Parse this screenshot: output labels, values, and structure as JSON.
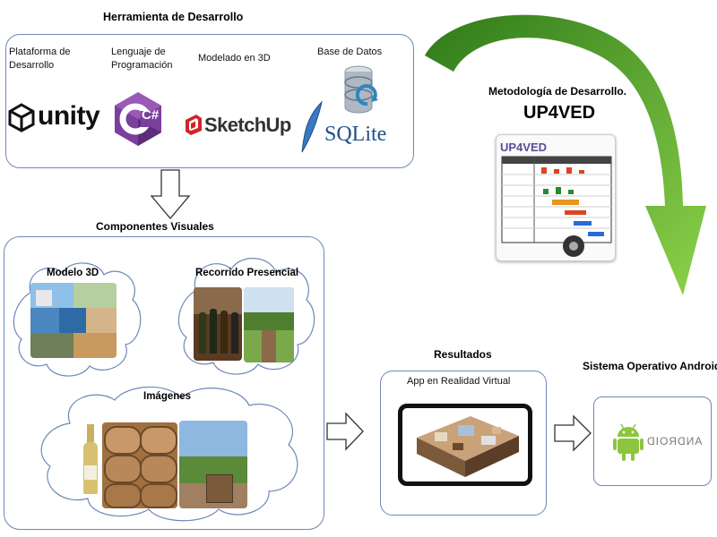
{
  "tools": {
    "title": "Herramienta de Desarrollo",
    "platform_label": [
      "Plataforma de",
      "Desarrollo"
    ],
    "language_label": [
      "Lenguaje de",
      "Programación"
    ],
    "modeling_label": "Modelado en 3D",
    "database_label": "Base de Datos",
    "unity_logo": "unity",
    "csharp_logo": "C#",
    "sketchup_logo": "SketchUp",
    "sqlite_logo": "SQLite"
  },
  "methodology": {
    "title": "Metodología de Desarrollo.",
    "name": "UP4VED",
    "chart_brand": "UP4VED"
  },
  "visual": {
    "title": "Componentes Visuales",
    "model3d": "Modelo 3D",
    "tour": "Recorrido Presencial",
    "images": "Imágenes"
  },
  "results": {
    "title": "Resultados",
    "app_label": "App en Realidad Virtual"
  },
  "android": {
    "title": "Sistema Operativo Android",
    "logo_text": "ANDROID"
  },
  "colors": {
    "border": "#6d88b8",
    "green_arrow": "#5aa02c",
    "csharp_purple": "#7b3f9e",
    "sketchup_red": "#d2232a",
    "android_green": "#8cc63f"
  }
}
